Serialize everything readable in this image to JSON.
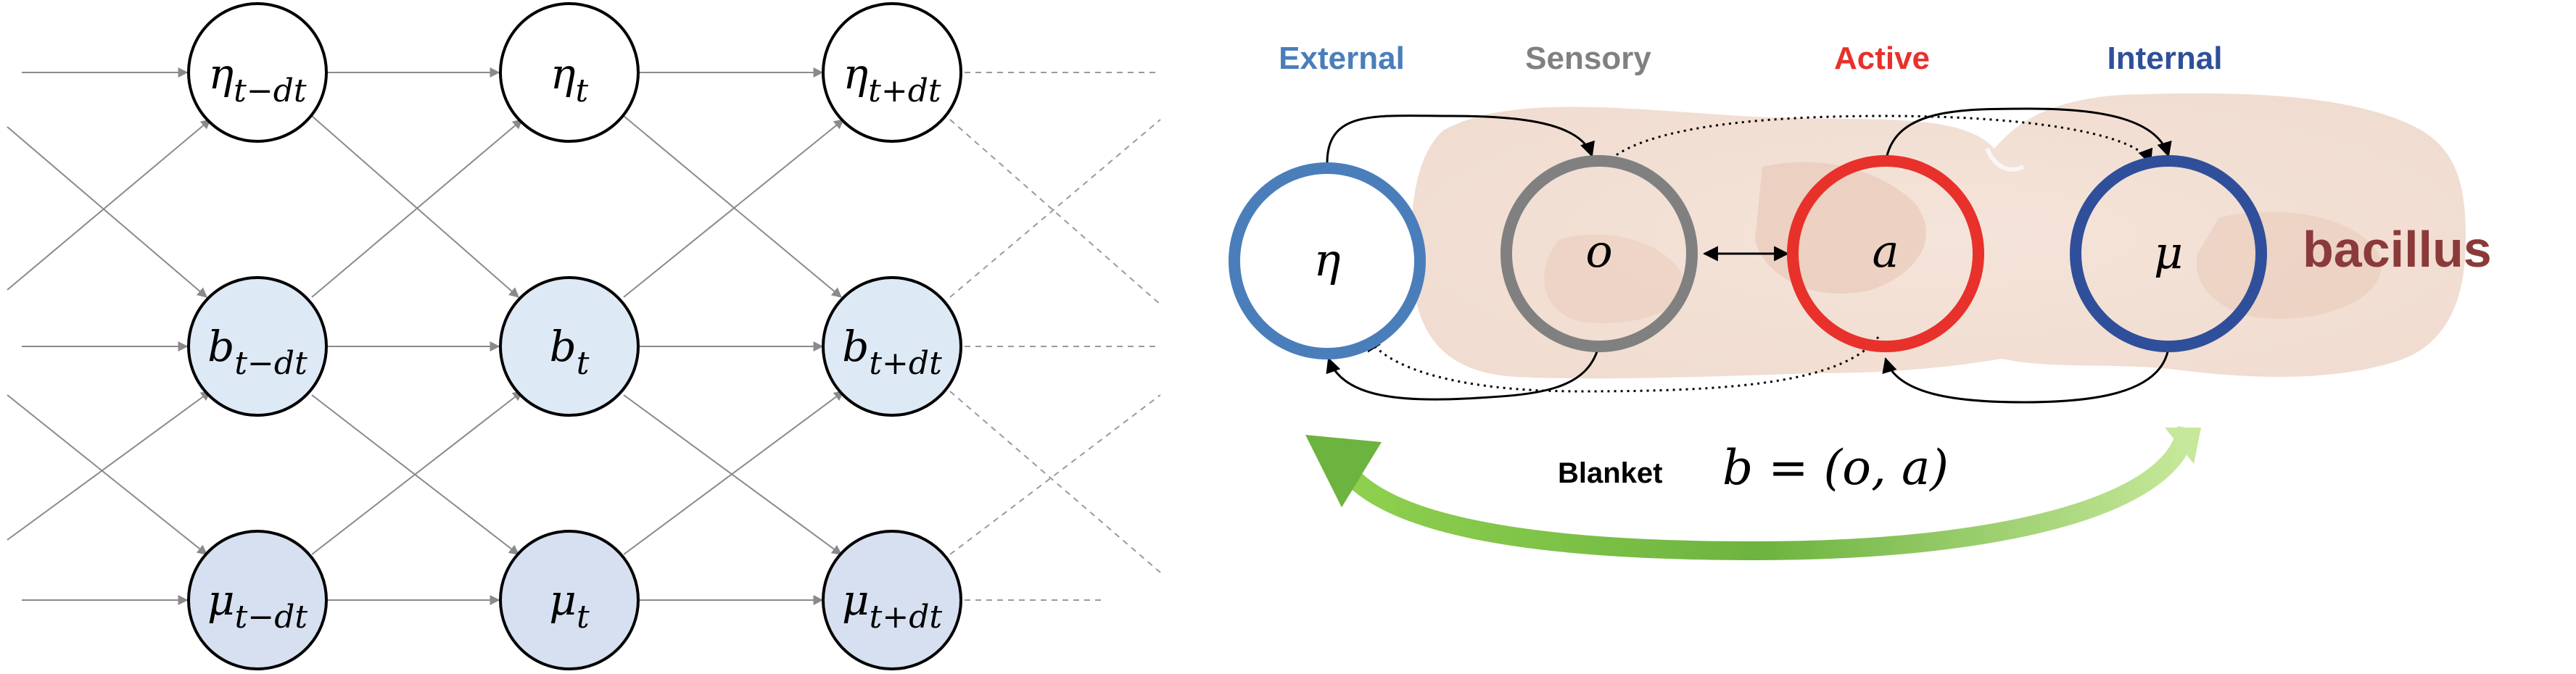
{
  "left_diagram": {
    "rows": [
      {
        "id": "eta",
        "nodes": [
          {
            "symbol": "η",
            "subscript": "t−dt"
          },
          {
            "symbol": "η",
            "subscript": "t"
          },
          {
            "symbol": "η",
            "subscript": "t+dt"
          }
        ]
      },
      {
        "id": "b",
        "nodes": [
          {
            "symbol": "b",
            "subscript": "t−dt"
          },
          {
            "symbol": "b",
            "subscript": "t"
          },
          {
            "symbol": "b",
            "subscript": "t+dt"
          }
        ]
      },
      {
        "id": "mu",
        "nodes": [
          {
            "symbol": "μ",
            "subscript": "t−dt"
          },
          {
            "symbol": "μ",
            "subscript": "t"
          },
          {
            "symbol": "μ",
            "subscript": "t+dt"
          }
        ]
      }
    ],
    "colors": {
      "eta_fill": "#ffffff",
      "b_fill": "#dde9f5",
      "mu_fill": "#d7e0f0",
      "stroke": "#000000",
      "arrow": "#8a8a8a",
      "dashed": "#9a9a9a"
    }
  },
  "right_diagram": {
    "headings": {
      "external": "External",
      "sensory": "Sensory",
      "active": "Active",
      "internal": "Internal"
    },
    "states": {
      "external": "η",
      "sensory": "o",
      "active": "a",
      "internal": "μ"
    },
    "organism_label": "bacillus",
    "blanket_label": "Blanket",
    "blanket_formula": "b = (o, a)",
    "colors": {
      "external": "#4a7ebb",
      "sensory": "#808080",
      "active": "#e8312a",
      "internal": "#2f4f9a",
      "organism_label": "#8b3a3a",
      "organism_body": "#f1ddd1",
      "organism_inner": "#e8c7b6",
      "green_arrow": "#7cc042"
    }
  }
}
